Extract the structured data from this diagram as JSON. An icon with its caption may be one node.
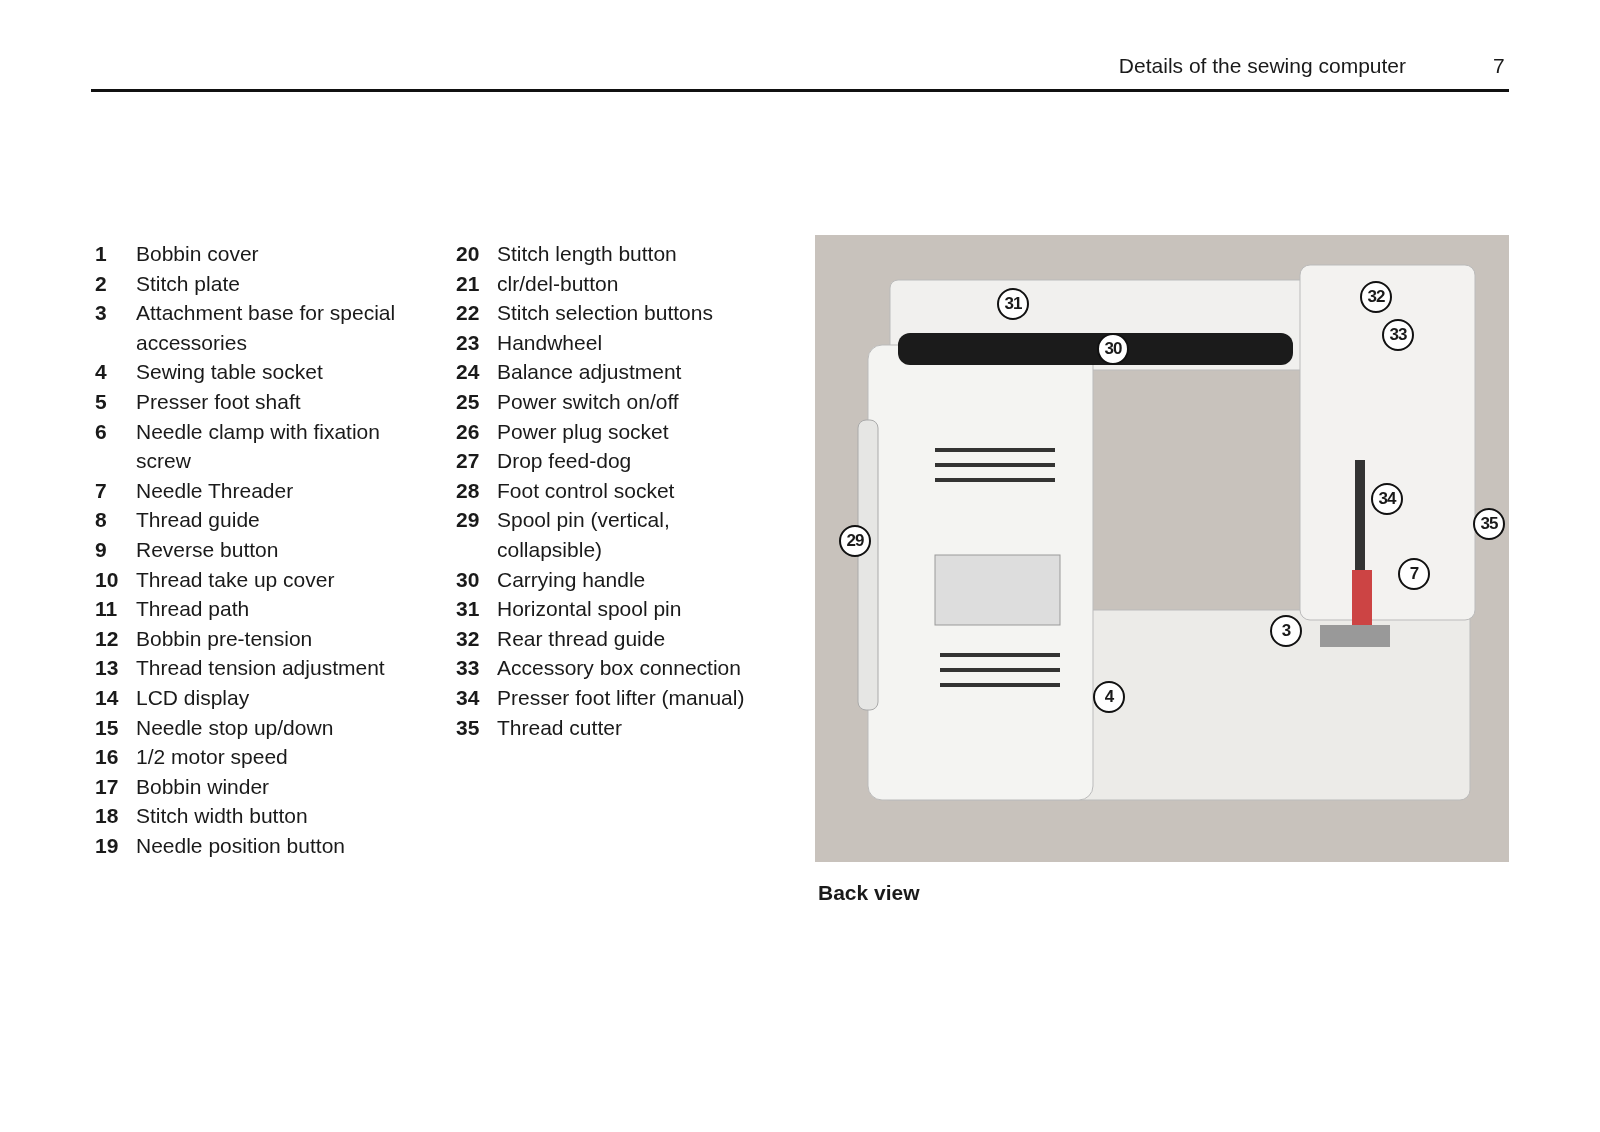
{
  "diagram": {
    "caption": "Back view",
    "labels": [
      "Details of the sewing computer",
      "7",
      "1",
      "Bobbin cover",
      "2",
      "Stitch plate",
      "3",
      "Attachment base for special accessories",
      "4",
      "Sewing table socket",
      "5",
      "Presser foot shaft",
      "6",
      "Needle clamp with fixation screw",
      "7",
      "Needle Threader",
      "8",
      "Thread guide",
      "9",
      "Reverse button",
      "10",
      "Thread take up cover",
      "11",
      "Thread path",
      "12",
      "Bobbin pre-tension",
      "13",
      "Thread tension adjustment",
      "14",
      "LCD display",
      "15",
      "Needle stop up/down",
      "16",
      "1/2 motor speed",
      "17",
      "Bobbin winder",
      "18",
      "Stitch width button",
      "19",
      "Needle position button",
      "20",
      "Stitch length button",
      "21",
      "clr/del-button",
      "22",
      "Stitch selection buttons",
      "23",
      "Handwheel",
      "24",
      "Balance adjustment",
      "25",
      "Power switch on/off",
      "26",
      "Power plug socket",
      "27",
      "Drop feed-dog",
      "28",
      "Foot control socket",
      "29",
      "Spool pin (vertical, collapsible)",
      "30",
      "Carrying handle",
      "31",
      "Horizontal spool pin",
      "32",
      "Rear thread guide",
      "33",
      "Accessory box connection",
      "34",
      "Presser foot lifter (manual)",
      "35",
      "Thread cutter",
      "32",
      "31",
      "33",
      "30",
      "34",
      "29",
      "35",
      "7",
      "3",
      "4"
    ]
  }
}
